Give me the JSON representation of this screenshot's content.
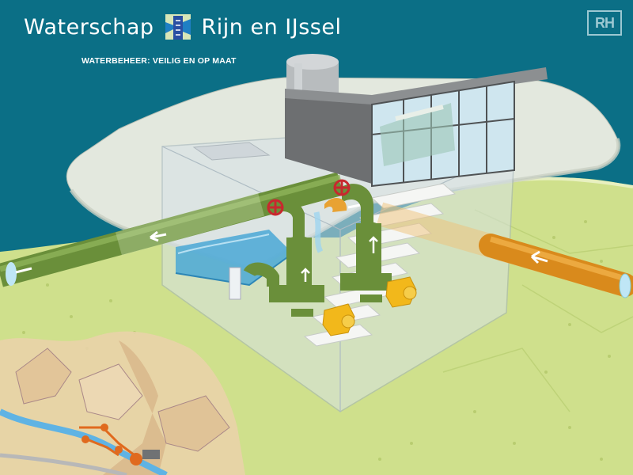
{
  "header": {
    "brand_left": "Waterschap",
    "brand_right": "Rijn en IJssel",
    "tagline": "WATERBEHEER: VEILIG EN OP MAAT",
    "corner_logo": "RH"
  },
  "icons": {
    "logo": "waterschap-shield-icon",
    "valves": "valve-wheel-icon",
    "flow": "arrow-icon"
  },
  "colors": {
    "sea": "#0b6f86",
    "land": "#cfe08c",
    "building_roof": "#6d6f71",
    "green_pipe": "#6a8f3a",
    "orange_pipe": "#d98a1c",
    "pump": "#f2b81b",
    "valve": "#c8282e",
    "map_route": "#e06a1e"
  }
}
